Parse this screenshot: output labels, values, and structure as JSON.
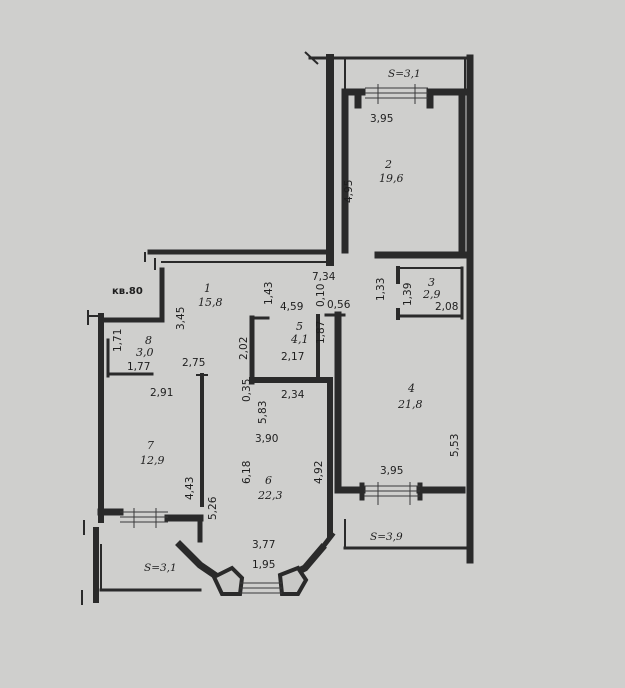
{
  "apartment_label": "кв.80",
  "rooms": [
    {
      "num": "1",
      "area": "15,8"
    },
    {
      "num": "2",
      "area": "19,6"
    },
    {
      "num": "3",
      "area": "2,9"
    },
    {
      "num": "4",
      "area": "21,8"
    },
    {
      "num": "5",
      "area": "4,1"
    },
    {
      "num": "6",
      "area": "22,3"
    },
    {
      "num": "7",
      "area": "12,9"
    },
    {
      "num": "8",
      "area": "3,0"
    }
  ],
  "balconies": [
    {
      "label": "S=3,1"
    },
    {
      "label": "S=3,9"
    },
    {
      "label": "S=3,1"
    }
  ],
  "dimensions": [
    "3,95",
    "4,95",
    "7,34",
    "1,33",
    "1,39",
    "2,08",
    "3,45",
    "1,43",
    "4,59",
    "0,10",
    "0,56",
    "1,87",
    "2,02",
    "2,17",
    "1,71",
    "1,77",
    "2,75",
    "2,91",
    "0,35",
    "2,34",
    "5,83",
    "3,90",
    "6,18",
    "4,92",
    "5,53",
    "4,43",
    "5,26",
    "3,95",
    "3,77",
    "1,95"
  ]
}
